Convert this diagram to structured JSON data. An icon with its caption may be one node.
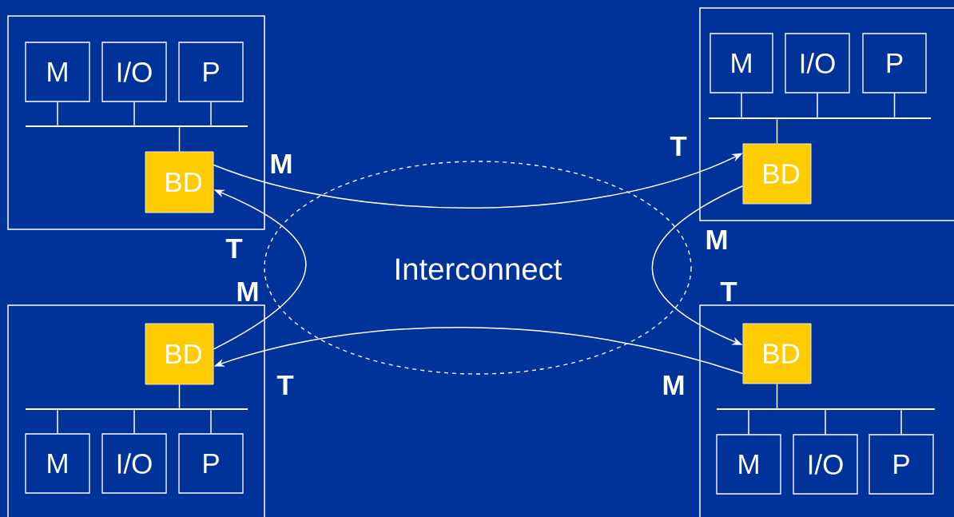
{
  "diagram": {
    "nodes": [
      {
        "text": [],
        "shape": "box"
      },
      {
        "text": [
          "M"
        ],
        "in": 0
      },
      {
        "text": [
          "I/O"
        ],
        "in": 0
      },
      {
        "text": [
          "P"
        ],
        "in": 0
      },
      {
        "text": [
          "BD"
        ],
        "in": 0
      },
      {
        "text": [],
        "shape": "box"
      },
      {
        "text": [
          "M"
        ],
        "in": 5
      },
      {
        "text": [
          "I/O"
        ],
        "in": 5
      },
      {
        "text": [
          "P"
        ],
        "in": 5
      },
      {
        "text": [
          "BD"
        ],
        "in": 5
      },
      {
        "text": [],
        "shape": "box"
      },
      {
        "text": [
          "BD"
        ],
        "in": 10
      },
      {
        "text": [
          "M"
        ],
        "in": 10
      },
      {
        "text": [
          "I/O"
        ],
        "in": 10
      },
      {
        "text": [
          "P"
        ],
        "in": 10
      },
      {
        "text": [],
        "shape": "box"
      },
      {
        "text": [
          "BD"
        ],
        "in": 15
      },
      {
        "text": [
          "M"
        ],
        "in": 15
      },
      {
        "text": [
          "I/O"
        ],
        "in": 15
      },
      {
        "text": [
          "P"
        ],
        "in": 15
      },
      {
        "text": [],
        "shape": "bar",
        "in": 0
      },
      {
        "text": [],
        "shape": "bar",
        "in": 5
      },
      {
        "text": [],
        "shape": "bar",
        "in": 10
      },
      {
        "text": [],
        "shape": "bar",
        "in": 15
      }
    ],
    "edges": [
      {
        "from": 4,
        "to": 9,
        "arrow": "to"
      },
      {
        "from": 11,
        "to": 4,
        "arrow": "to"
      },
      {
        "from": 9,
        "to": 16,
        "arrow": "to"
      },
      {
        "from": 16,
        "to": 11,
        "arrow": "to"
      },
      {
        "from": 1,
        "to": 20,
        "arrow": "none"
      },
      {
        "from": 2,
        "to": 20,
        "arrow": "none"
      },
      {
        "from": 3,
        "to": 20,
        "arrow": "none"
      },
      {
        "from": 20,
        "to": 4,
        "arrow": "none"
      },
      {
        "from": 6,
        "to": 21,
        "arrow": "none"
      },
      {
        "from": 7,
        "to": 21,
        "arrow": "none"
      },
      {
        "from": 8,
        "to": 21,
        "arrow": "none"
      },
      {
        "from": 21,
        "to": 9,
        "arrow": "none"
      },
      {
        "from": 11,
        "to": 22,
        "arrow": "none"
      },
      {
        "from": 22,
        "to": 12,
        "arrow": "none"
      },
      {
        "from": 22,
        "to": 13,
        "arrow": "none"
      },
      {
        "from": 22,
        "to": 14,
        "arrow": "none"
      },
      {
        "from": 16,
        "to": 23,
        "arrow": "none"
      },
      {
        "from": 23,
        "to": 17,
        "arrow": "none"
      },
      {
        "from": 23,
        "to": 18,
        "arrow": "none"
      },
      {
        "from": 23,
        "to": 19,
        "arrow": "none"
      }
    ],
    "labels": [
      "T",
      "M",
      "M",
      "T",
      "Interconnect",
      "M",
      "T",
      "T",
      "M"
    ]
  }
}
